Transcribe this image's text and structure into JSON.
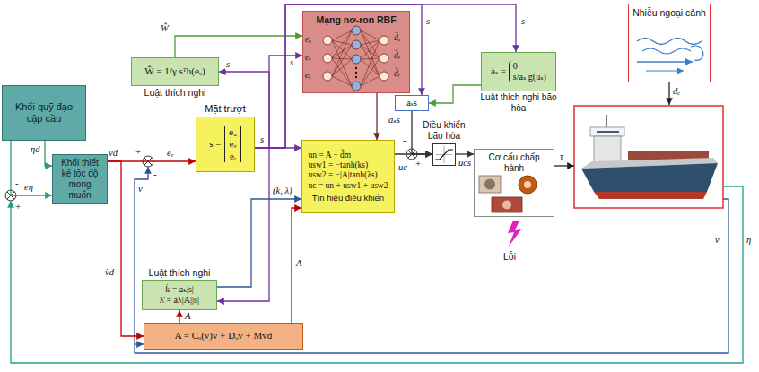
{
  "diagram": {
    "nodes": [
      {
        "text": [
          "Khối quỹ đạo cập cầu"
        ]
      },
      {
        "text": [
          "Khối thiết kế tốc độ mong muốn"
        ]
      },
      {
        "text": [
          "Mặt trượt",
          "s =",
          "eᵤ",
          "eᵥ",
          "eᵣ"
        ]
      },
      {
        "text": [
          "Ŵ = 1/γ sᵀh(eᵥ)",
          "Luật thích nghi"
        ]
      },
      {
        "text": [
          "Mạng nơ-ron RBF"
        ]
      },
      {
        "text": [
          "ȧₛ =",
          "0",
          "s/aₛ g(uₛ)",
          "Luật thích nghi bão hòa"
        ]
      },
      {
        "text": [
          "aₛs"
        ]
      },
      {
        "text": [
          "un = A − d̂m",
          "usw1 = −tanh(ks)",
          "usw2 = −|A|tanh(λs)",
          "uc = un + usw1 + usw2",
          "Tín hiệu điều khiển"
        ]
      },
      {
        "text": [
          "Điều khiển bão hòa"
        ]
      },
      {
        "text": [
          "Cơ cấu chấp hành"
        ]
      },
      {
        "text": [
          "Nhiễu ngoại cảnh"
        ]
      },
      {
        "text": [
          "Luật thích nghi",
          "k̇ = aₖ|s|",
          "λ̇ = aλ|A||s|"
        ]
      },
      {
        "text": [
          "A = Cₒ(v)v + Dₒv + Mv̇d"
        ]
      }
    ],
    "edges": [
      {
        "from": 0,
        "to": 1,
        "arrow": "to",
        "label": "ηd"
      },
      {
        "from": 0,
        "to": 1,
        "arrow": "to",
        "label": "eη"
      },
      {
        "from": 1,
        "to": 2,
        "arrow": "to"
      },
      {
        "from": 2,
        "to": 7,
        "arrow": "to",
        "label": "s"
      },
      {
        "from": 2,
        "to": 3,
        "arrow": "to",
        "label": "s"
      },
      {
        "from": 2,
        "to": 4,
        "arrow": "to",
        "label": "s"
      },
      {
        "from": 3,
        "to": 4,
        "arrow": "to",
        "label": "Ŵ"
      },
      {
        "from": 4,
        "to": 7,
        "arrow": "to"
      },
      {
        "from": 2,
        "to": 6,
        "arrow": "to",
        "label": "s"
      },
      {
        "from": 2,
        "to": 5,
        "arrow": "to",
        "label": "s"
      },
      {
        "from": 2,
        "to": 11,
        "arrow": "to"
      },
      {
        "from": 11,
        "to": 7,
        "arrow": "to",
        "label": "(k, λ)"
      },
      {
        "from": 12,
        "to": 7,
        "arrow": "to",
        "label": "A"
      },
      {
        "from": 12,
        "to": 11,
        "arrow": "to",
        "label": "A"
      },
      {
        "from": 1,
        "to": 12,
        "arrow": "to",
        "label": "v̇d"
      },
      {
        "from": 5,
        "to": 6,
        "arrow": "to"
      },
      {
        "from": 6,
        "to": 8,
        "arrow": "to",
        "label": "aₛs"
      },
      {
        "from": 7,
        "to": 8,
        "arrow": "to"
      },
      {
        "from": 8,
        "to": 9,
        "arrow": "to",
        "label": "ucs"
      }
    ],
    "labels": [
      "-",
      "+",
      "vd",
      "eᵥ",
      "+",
      "-",
      "v",
      "eᵤ",
      "eᵥ",
      "eᵣ",
      "d̂ᵤ",
      "d̂ᵥ",
      "d̂ᵣ",
      "-",
      "+",
      "uc",
      "τ",
      "dₑ",
      "Lỗi",
      "v",
      "η"
    ]
  }
}
